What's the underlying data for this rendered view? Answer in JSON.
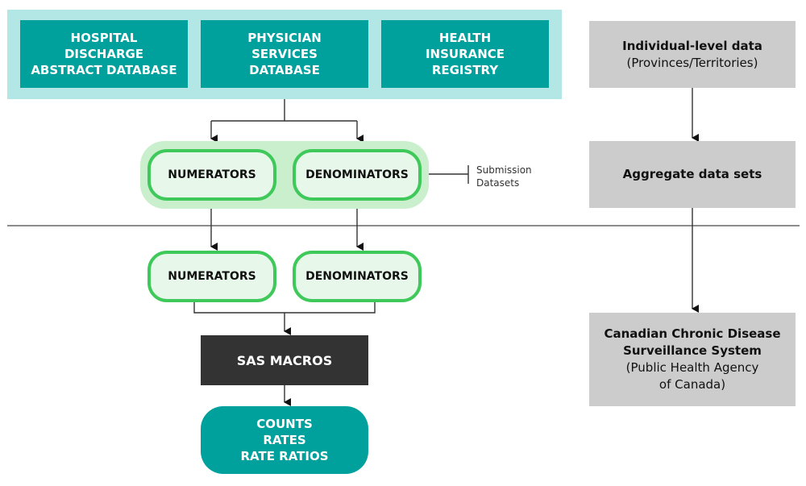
{
  "sources": [
    {
      "label": "HOSPITAL\nDISCHARGE\nABSTRACT DATABASE"
    },
    {
      "label": "PHYSICIAN\nSERVICES\nDATABASE"
    },
    {
      "label": "HEALTH\nINSURANCE\nREGISTRY"
    }
  ],
  "submission": {
    "numerators": "NUMERATORS",
    "denominators": "DENOMINATORS",
    "legend": "Submission\nDatasets"
  },
  "analysis": {
    "numerators": "NUMERATORS",
    "denominators": "DENOMINATORS",
    "sas": "SAS MACROS",
    "output": "COUNTS\nRATES\nRATE RATIOS"
  },
  "right_flow": {
    "individual": {
      "title": "Individual-level data",
      "subtitle": "(Provinces/Territories)"
    },
    "aggregate": {
      "title": "Aggregate data sets"
    },
    "ccdss": {
      "title": "Canadian Chronic Disease\nSurveillance System",
      "subtitle": "(Public Health Agency\nof Canada)"
    }
  },
  "colors": {
    "teal": "#00a09d",
    "light_teal": "#b2e7e6",
    "green_border": "#3ec95a",
    "light_green": "#c9efcd",
    "gray_box": "#cccccc",
    "dark_box": "#333333"
  }
}
